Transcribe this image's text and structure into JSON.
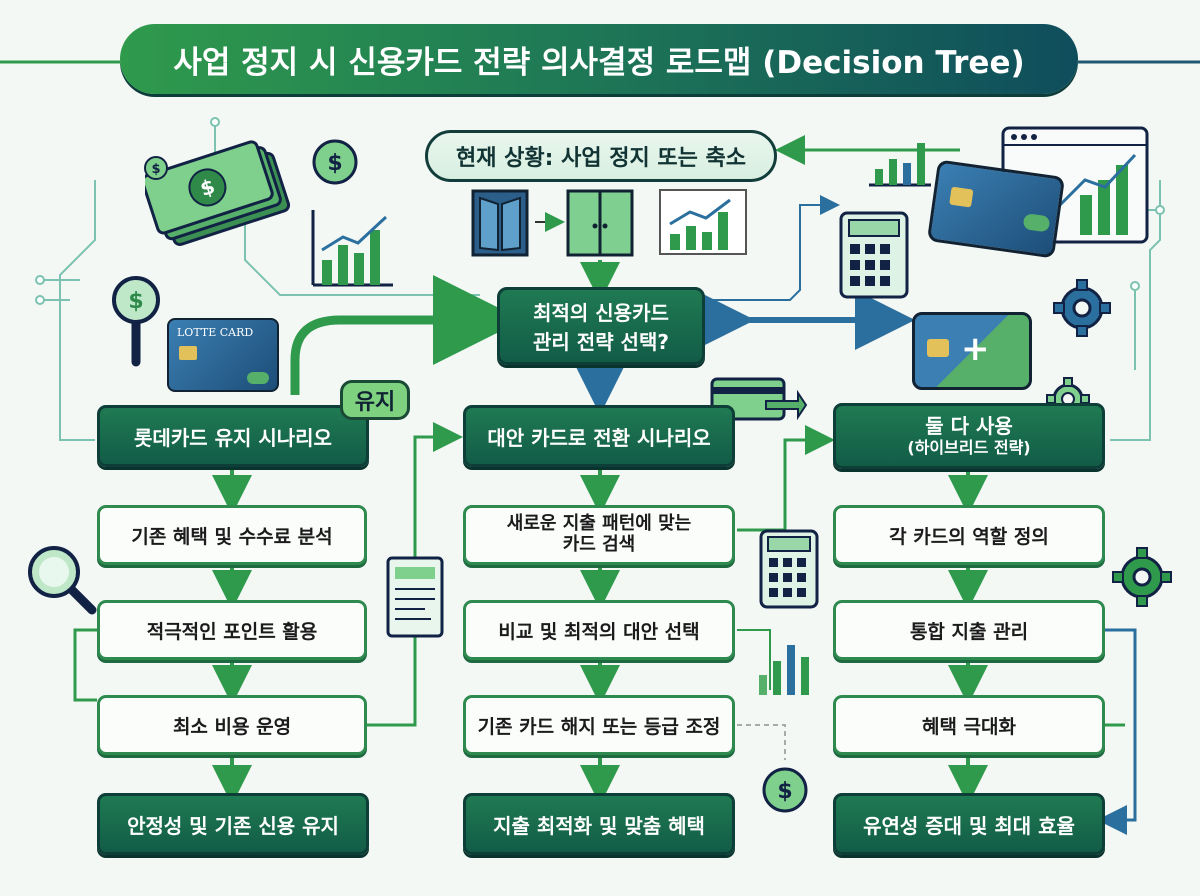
{
  "title": "사업 정지 시 신용카드 전략 의사결정 로드맵 (Decision Tree)",
  "situation": "현재 상황: 사업 정지 또는 축소",
  "decision": {
    "line1": "최적의 신용카드",
    "line2": "관리 전략 선택?"
  },
  "card_brand": "LOTTE CARD",
  "keep_bubble": "유지",
  "columns": [
    {
      "header": "롯데카드 유지 시나리오",
      "steps": [
        "기존 혜택 및 수수료 분석",
        "적극적인 포인트 활용",
        "최소 비용 운영"
      ],
      "result": "안정성 및 기존 신용 유지"
    },
    {
      "header": "대안 카드로 전환 시나리오",
      "steps": [
        "새로운 지출 패턴에 맞는\n카드 검색",
        "비교 및 최적의 대안 선택",
        "기존 카드 해지 또는 등급 조정"
      ],
      "result": "지출 최적화 및 맞춤 혜택"
    },
    {
      "header": "둘 다 사용",
      "header_sub": "(하이브리드 전략)",
      "steps": [
        "각 카드의 역할 정의",
        "통합 지출 관리",
        "혜택 극대화"
      ],
      "result": "유연성 증대 및 최대 효율"
    }
  ],
  "colors": {
    "dark_green": "#15654c",
    "accent_green": "#2f9a4c",
    "navy": "#0f4d5c",
    "arrow_blue": "#2b6f9e"
  },
  "icons": [
    "money-icon",
    "dollar-coin-icon",
    "magnifier-icon",
    "door-icon",
    "bar-chart-icon",
    "credit-card-icon",
    "calculator-icon",
    "gear-icon",
    "document-icon"
  ]
}
